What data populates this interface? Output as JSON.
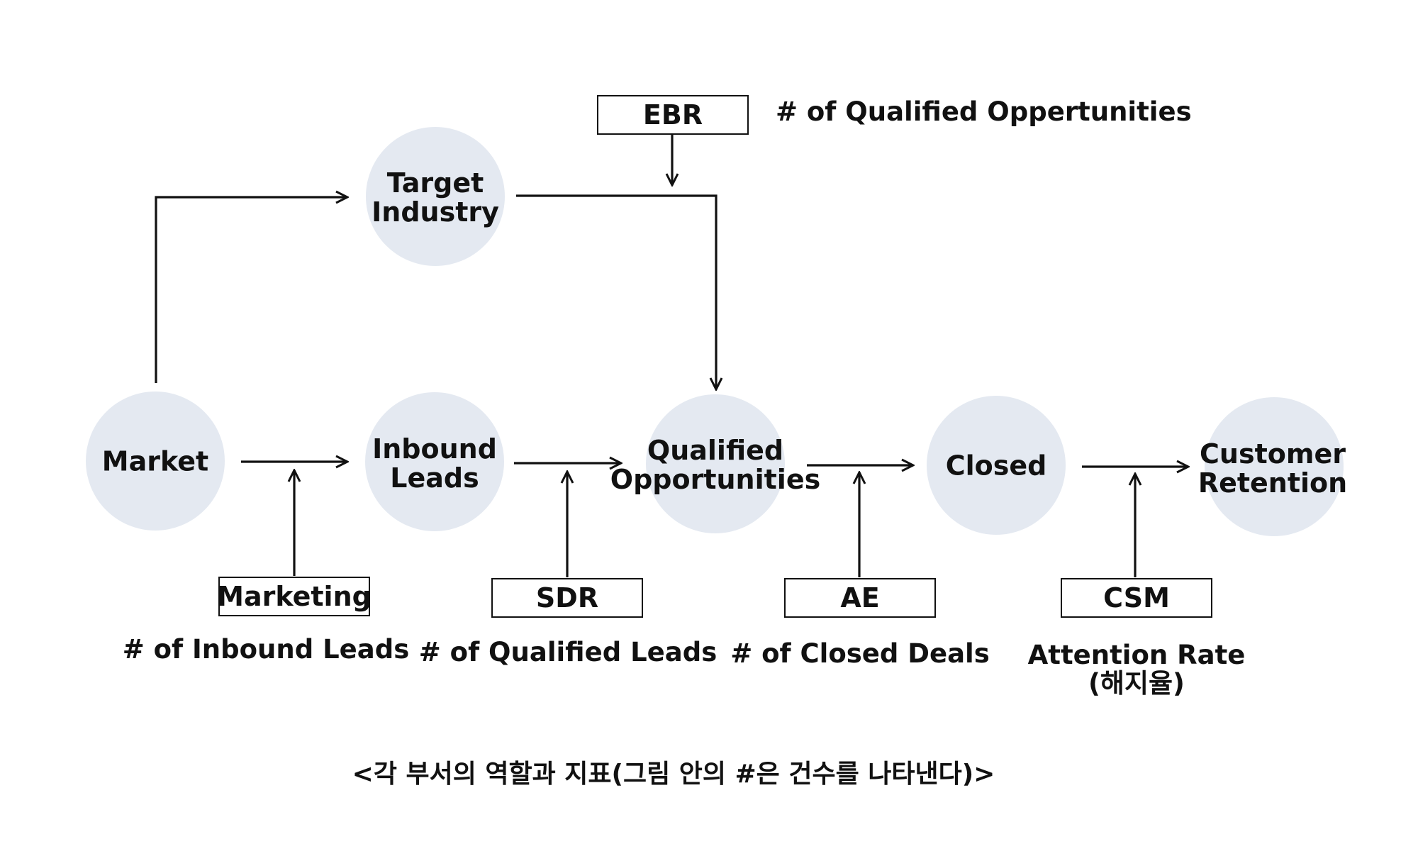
{
  "colors": {
    "node_fill": "#e4e9f1",
    "line": "#111111",
    "text": "#111111"
  },
  "nodes": {
    "market": "Market",
    "target_industry": "Target\nIndustry",
    "inbound_leads": "Inbound\nLeads",
    "qualified_opportunities": "Qualified\nOpportunities",
    "closed": "Closed",
    "customer_retention": "Customer\nRetention"
  },
  "roles": {
    "ebr": "EBR",
    "marketing": "Marketing",
    "sdr": "SDR",
    "ae": "AE",
    "csm": "CSM"
  },
  "metrics": {
    "ebr": "# of Qualified Oppertunities",
    "marketing": "# of Inbound Leads",
    "sdr": "# of Qualified Leads",
    "ae": "# of Closed Deals",
    "csm": "Attention Rate\n(해지율)"
  },
  "caption": "<각 부서의 역할과 지표(그림 안의 #은 건수를 나타낸다)>"
}
